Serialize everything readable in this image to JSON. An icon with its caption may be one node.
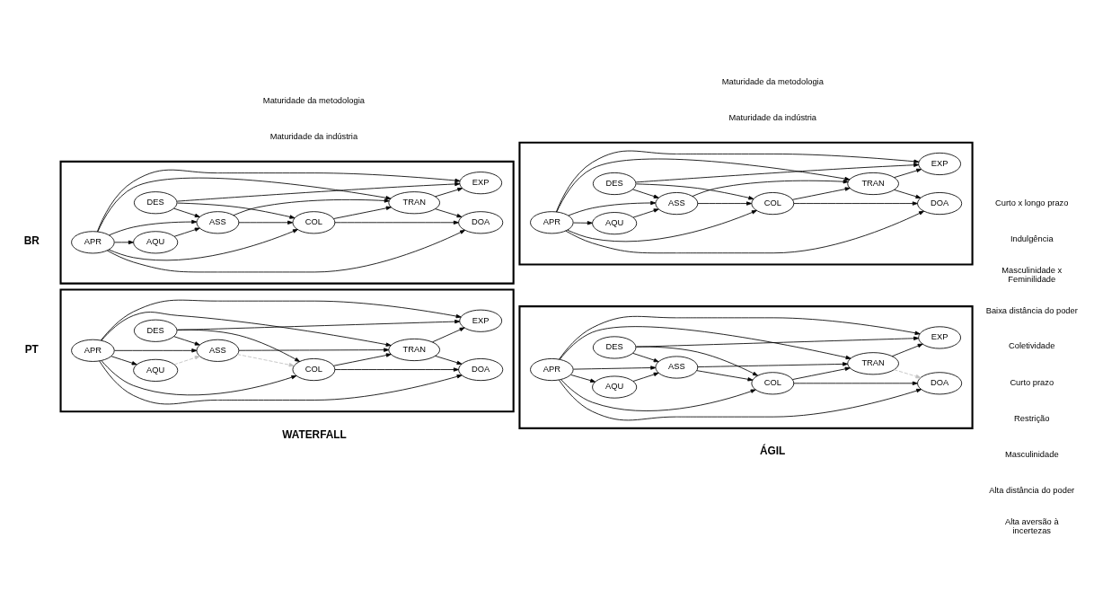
{
  "diagram": {
    "nodes": [
      {
        "text": [],
        "shape": "box"
      },
      {
        "text": [
          "APR"
        ],
        "in": 0
      },
      {
        "text": [
          "AQU"
        ],
        "in": 0
      },
      {
        "text": [
          "ASS"
        ],
        "in": 0
      },
      {
        "text": [
          "COL"
        ],
        "in": 0
      },
      {
        "text": [
          "DES"
        ],
        "in": 0
      },
      {
        "text": [
          "TRAN"
        ],
        "in": 0
      },
      {
        "text": [
          "DOA"
        ],
        "in": 0
      },
      {
        "text": [
          "EXP"
        ],
        "in": 0
      },
      {
        "text": [],
        "shape": "box"
      },
      {
        "text": [
          "APR"
        ],
        "in": 9
      },
      {
        "text": [
          "AQU"
        ],
        "in": 9
      },
      {
        "text": [
          "ASS"
        ],
        "in": 9
      },
      {
        "text": [
          "COL"
        ],
        "in": 9
      },
      {
        "text": [
          "DES"
        ],
        "in": 9
      },
      {
        "text": [
          "TRAN"
        ],
        "in": 9
      },
      {
        "text": [
          "DOA"
        ],
        "in": 9
      },
      {
        "text": [
          "EXP"
        ],
        "in": 9
      },
      {
        "text": [],
        "shape": "box"
      },
      {
        "text": [
          "APR"
        ],
        "in": 18
      },
      {
        "text": [
          "AQU"
        ],
        "in": 18
      },
      {
        "text": [
          "ASS"
        ],
        "in": 18
      },
      {
        "text": [
          "COL"
        ],
        "in": 18
      },
      {
        "text": [
          "DES"
        ],
        "in": 18
      },
      {
        "text": [
          "TRAN"
        ],
        "in": 18
      },
      {
        "text": [
          "DOA"
        ],
        "in": 18
      },
      {
        "text": [
          "EXP"
        ],
        "in": 18
      },
      {
        "text": [],
        "shape": "box"
      },
      {
        "text": [
          "APR"
        ],
        "in": 27
      },
      {
        "text": [
          "AQU"
        ],
        "in": 27
      },
      {
        "text": [
          "ASS"
        ],
        "in": 27
      },
      {
        "text": [
          "COL"
        ],
        "in": 27
      },
      {
        "text": [
          "DES"
        ],
        "in": 27
      },
      {
        "text": [
          "TRAN"
        ],
        "in": 27
      },
      {
        "text": [
          "DOA"
        ],
        "in": 27
      },
      {
        "text": [
          "EXP"
        ],
        "in": 27
      }
    ],
    "edges": [
      {
        "from": 1,
        "to": 8,
        "arrow": "to"
      },
      {
        "from": 1,
        "to": 6,
        "arrow": "to"
      },
      {
        "from": 1,
        "to": 2,
        "arrow": "to"
      },
      {
        "from": 1,
        "to": 3,
        "arrow": "to"
      },
      {
        "from": 1,
        "to": 4,
        "arrow": "to"
      },
      {
        "from": 1,
        "to": 7,
        "arrow": "to"
      },
      {
        "from": 2,
        "to": 3,
        "arrow": "to",
        "style": "dashed",
        "color": "#bfbfbf"
      },
      {
        "from": 3,
        "to": 6,
        "arrow": "to"
      },
      {
        "from": 3,
        "to": 4,
        "arrow": "to",
        "style": "dashed",
        "color": "#bfbfbf"
      },
      {
        "from": 4,
        "to": 6,
        "arrow": "to"
      },
      {
        "from": 4,
        "to": 7,
        "arrow": "to"
      },
      {
        "from": 5,
        "to": 3,
        "arrow": "to"
      },
      {
        "from": 5,
        "to": 4,
        "arrow": "to"
      },
      {
        "from": 5,
        "to": 8,
        "arrow": "to"
      },
      {
        "from": 6,
        "to": 8,
        "arrow": "to"
      },
      {
        "from": 6,
        "to": 7,
        "arrow": "to"
      },
      {
        "from": 10,
        "to": 17,
        "arrow": "to"
      },
      {
        "from": 10,
        "to": 15,
        "arrow": "to"
      },
      {
        "from": 10,
        "to": 11,
        "arrow": "to"
      },
      {
        "from": 10,
        "to": 12,
        "arrow": "to"
      },
      {
        "from": 10,
        "to": 13,
        "arrow": "to"
      },
      {
        "from": 10,
        "to": 16,
        "arrow": "to"
      },
      {
        "from": 11,
        "to": 12,
        "arrow": "to"
      },
      {
        "from": 12,
        "to": 15,
        "arrow": "to"
      },
      {
        "from": 12,
        "to": 13,
        "arrow": "to"
      },
      {
        "from": 13,
        "to": 15,
        "arrow": "to"
      },
      {
        "from": 13,
        "to": 16,
        "arrow": "to"
      },
      {
        "from": 14,
        "to": 12,
        "arrow": "to"
      },
      {
        "from": 14,
        "to": 13,
        "arrow": "to"
      },
      {
        "from": 14,
        "to": 17,
        "arrow": "to"
      },
      {
        "from": 15,
        "to": 17,
        "arrow": "to"
      },
      {
        "from": 15,
        "to": 16,
        "arrow": "to",
        "style": "dashed",
        "color": "#bfbfbf"
      },
      {
        "from": 19,
        "to": 26,
        "arrow": "to"
      },
      {
        "from": 19,
        "to": 24,
        "arrow": "to"
      },
      {
        "from": 19,
        "to": 20,
        "arrow": "to"
      },
      {
        "from": 19,
        "to": 21,
        "arrow": "to"
      },
      {
        "from": 19,
        "to": 22,
        "arrow": "to"
      },
      {
        "from": 19,
        "to": 25,
        "arrow": "to"
      },
      {
        "from": 20,
        "to": 21,
        "arrow": "to"
      },
      {
        "from": 21,
        "to": 24,
        "arrow": "to"
      },
      {
        "from": 21,
        "to": 22,
        "arrow": "to"
      },
      {
        "from": 22,
        "to": 24,
        "arrow": "to"
      },
      {
        "from": 22,
        "to": 25,
        "arrow": "to"
      },
      {
        "from": 23,
        "to": 21,
        "arrow": "to"
      },
      {
        "from": 23,
        "to": 22,
        "arrow": "to"
      },
      {
        "from": 23,
        "to": 26,
        "arrow": "to"
      },
      {
        "from": 24,
        "to": 26,
        "arrow": "to"
      },
      {
        "from": 24,
        "to": 25,
        "arrow": "to"
      },
      {
        "from": 28,
        "to": 35,
        "arrow": "to"
      },
      {
        "from": 28,
        "to": 33,
        "arrow": "to"
      },
      {
        "from": 28,
        "to": 29,
        "arrow": "to"
      },
      {
        "from": 28,
        "to": 30,
        "arrow": "to"
      },
      {
        "from": 28,
        "to": 31,
        "arrow": "to"
      },
      {
        "from": 28,
        "to": 34,
        "arrow": "to"
      },
      {
        "from": 29,
        "to": 30,
        "arrow": "to"
      },
      {
        "from": 30,
        "to": 33,
        "arrow": "to"
      },
      {
        "from": 30,
        "to": 31,
        "arrow": "to"
      },
      {
        "from": 31,
        "to": 33,
        "arrow": "to"
      },
      {
        "from": 31,
        "to": 34,
        "arrow": "to"
      },
      {
        "from": 32,
        "to": 30,
        "arrow": "to"
      },
      {
        "from": 32,
        "to": 31,
        "arrow": "to"
      },
      {
        "from": 32,
        "to": 35,
        "arrow": "to"
      },
      {
        "from": 33,
        "to": 35,
        "arrow": "to"
      },
      {
        "from": 33,
        "to": 34,
        "arrow": "to"
      }
    ],
    "labels": [
      "WATERFALL",
      "ÁGIL",
      "PT",
      "Curto prazo",
      "Restrição",
      "Masculinidade",
      "Alta distância do poder",
      "Alta aversão à incertezas",
      "BR",
      "Curto x longo prazo",
      "Indulgência",
      "Masculinidade x Feminilidade",
      "Baixa distância do poder",
      "Coletividade",
      "Maturidade da indústria",
      "Maturidade da metodologia",
      "Maturidade da indústria",
      "Maturidade da metodologia"
    ]
  }
}
